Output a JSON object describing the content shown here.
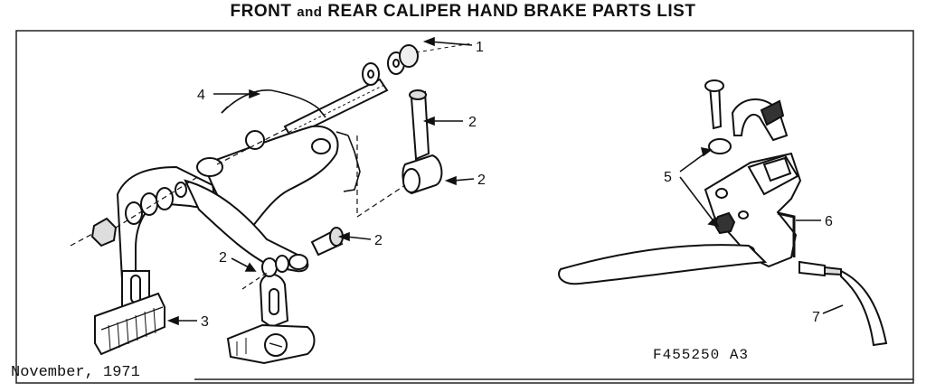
{
  "title": {
    "part1": "FRONT",
    "part2": "and",
    "part3": "REAR CALIPER HAND BRAKE PARTS LIST"
  },
  "footer": {
    "date": "November, 1971",
    "code": "F455250 A3"
  },
  "callouts": {
    "c1": "1",
    "c2a": "2",
    "c2b": "2",
    "c2c": "2",
    "c2d": "2",
    "c3": "3",
    "c4": "4",
    "c5": "5",
    "c6": "6",
    "c7": "7"
  }
}
